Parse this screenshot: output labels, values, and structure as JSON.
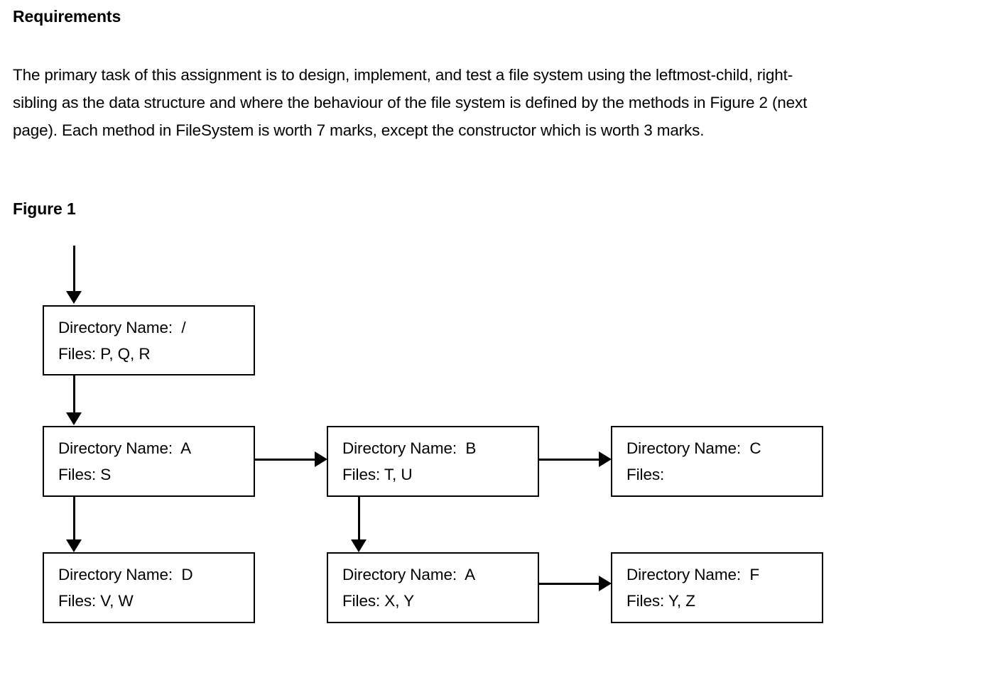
{
  "document": {
    "heading": "Requirements",
    "paragraph_lines": [
      "The primary task of this assignment is to design, implement, and test a file system using the leftmost-child, right-",
      "sibling as the data structure and where the behaviour of the file system is defined by the methods in Figure 2 (next",
      "page).  Each method in FileSystem is worth 7 marks, except the constructor which is worth 3 marks."
    ],
    "figure_label": "Figure 1"
  },
  "figure": {
    "title": "Figure 1",
    "nodes": {
      "root": {
        "name_line": "Directory Name:  /",
        "files_line": "Files: P, Q, R"
      },
      "a_mid": {
        "name_line": "Directory Name:  A",
        "files_line": "Files: S"
      },
      "b_mid": {
        "name_line": "Directory Name:  B",
        "files_line": "Files: T, U"
      },
      "c_mid": {
        "name_line": "Directory Name:  C",
        "files_line": "Files:"
      },
      "d_bot": {
        "name_line": "Directory Name:  D",
        "files_line": "Files: V, W"
      },
      "a_bot": {
        "name_line": "Directory Name:  A",
        "files_line": "Files: X, Y"
      },
      "f_bot": {
        "name_line": "Directory Name:  F",
        "files_line": "Files: Y, Z"
      }
    },
    "edges": [
      {
        "from": "entry",
        "to": "root",
        "orientation": "vertical"
      },
      {
        "from": "root",
        "to": "a_mid",
        "orientation": "vertical"
      },
      {
        "from": "a_mid",
        "to": "b_mid",
        "orientation": "horizontal"
      },
      {
        "from": "b_mid",
        "to": "c_mid",
        "orientation": "horizontal"
      },
      {
        "from": "a_mid",
        "to": "d_bot",
        "orientation": "vertical"
      },
      {
        "from": "b_mid",
        "to": "a_bot",
        "orientation": "vertical"
      },
      {
        "from": "a_bot",
        "to": "f_bot",
        "orientation": "horizontal"
      }
    ],
    "colors": {
      "line": "#000000",
      "box_fill": "#ffffff",
      "text": "#000000"
    }
  }
}
